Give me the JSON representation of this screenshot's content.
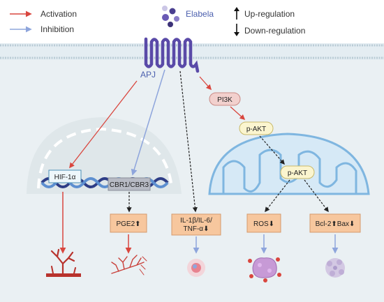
{
  "legend": {
    "activation": "Activation",
    "inhibition": "Inhibition",
    "upregulation": "Up-regulation",
    "downregulation": "Down-regulation"
  },
  "ligand": {
    "label": "Elabela"
  },
  "receptor": {
    "label": "APJ"
  },
  "nodes": {
    "hif": "HIF-1α",
    "cbr": "CBR1/CBR3",
    "pi3k": "PI3K",
    "pakt1": "p-AKT",
    "pakt2": "p-AKT"
  },
  "outputs": {
    "pge2": "PGE2⬆",
    "il_line1": "IL-1β/IL-6/",
    "il_line2": "TNF-α⬇",
    "ros": "ROS⬇",
    "bcl": "Bcl-2⬆Bax⬇"
  },
  "colors": {
    "activation": "#d9463e",
    "inhibition": "#8ea5dc",
    "receptor": "#6a5ab5",
    "output_box": "#f7c79e",
    "membrane": "#b9cbd5",
    "background_band": "#eaf0f3"
  }
}
